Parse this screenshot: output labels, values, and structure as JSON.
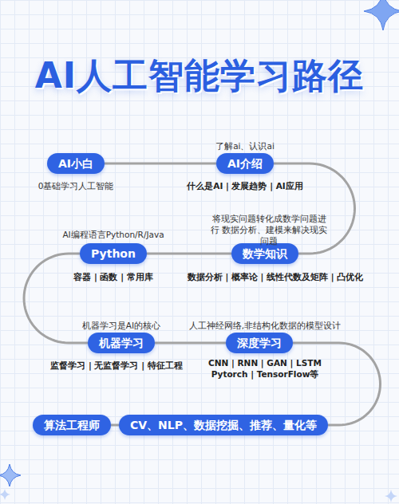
{
  "diagram": {
    "title": "AI人工智能学习路径",
    "nodes": [
      {
        "text": [
          "AI小白"
        ]
      },
      {
        "text": [
          "AI介绍"
        ]
      },
      {
        "text": [
          "Python"
        ]
      },
      {
        "text": [
          "数学知识"
        ]
      },
      {
        "text": [
          "机器学习"
        ]
      },
      {
        "text": [
          "深度学习"
        ]
      },
      {
        "text": [
          "算法工程师"
        ]
      },
      {
        "text": [
          "CV、NLP、数据挖掘、推荐、量化等"
        ]
      }
    ],
    "edges": [
      {
        "from": 0,
        "to": 1,
        "arrow": "none"
      },
      {
        "from": 1,
        "to": 3,
        "arrow": "none"
      },
      {
        "from": 3,
        "to": 2,
        "arrow": "none"
      },
      {
        "from": 2,
        "to": 4,
        "arrow": "none"
      },
      {
        "from": 4,
        "to": 5,
        "arrow": "none"
      },
      {
        "from": 5,
        "to": 7,
        "arrow": "none"
      },
      {
        "from": 7,
        "to": 6,
        "arrow": "none"
      }
    ],
    "labels": [
      "了解ai、认识ai",
      "0基础学习人工智能",
      "什么是AI | 发展趋势 | AI应用",
      "AI编程语言Python/R/Java",
      "将现实问题转化成数学问题进行 数据分析、建模来解决现实问题",
      "容器 | 函数 | 常用库",
      "数据分析 | 概率论 | 线性代数及矩阵 | 凸优化",
      "机器学习是AI的核心",
      "人工神经网络,非结构化数据的模型设计",
      "监督学习 | 无监督学习 | 特征工程",
      "CNN | RNN | GAN | LSTM Pytorch | TensorFlow等"
    ]
  }
}
